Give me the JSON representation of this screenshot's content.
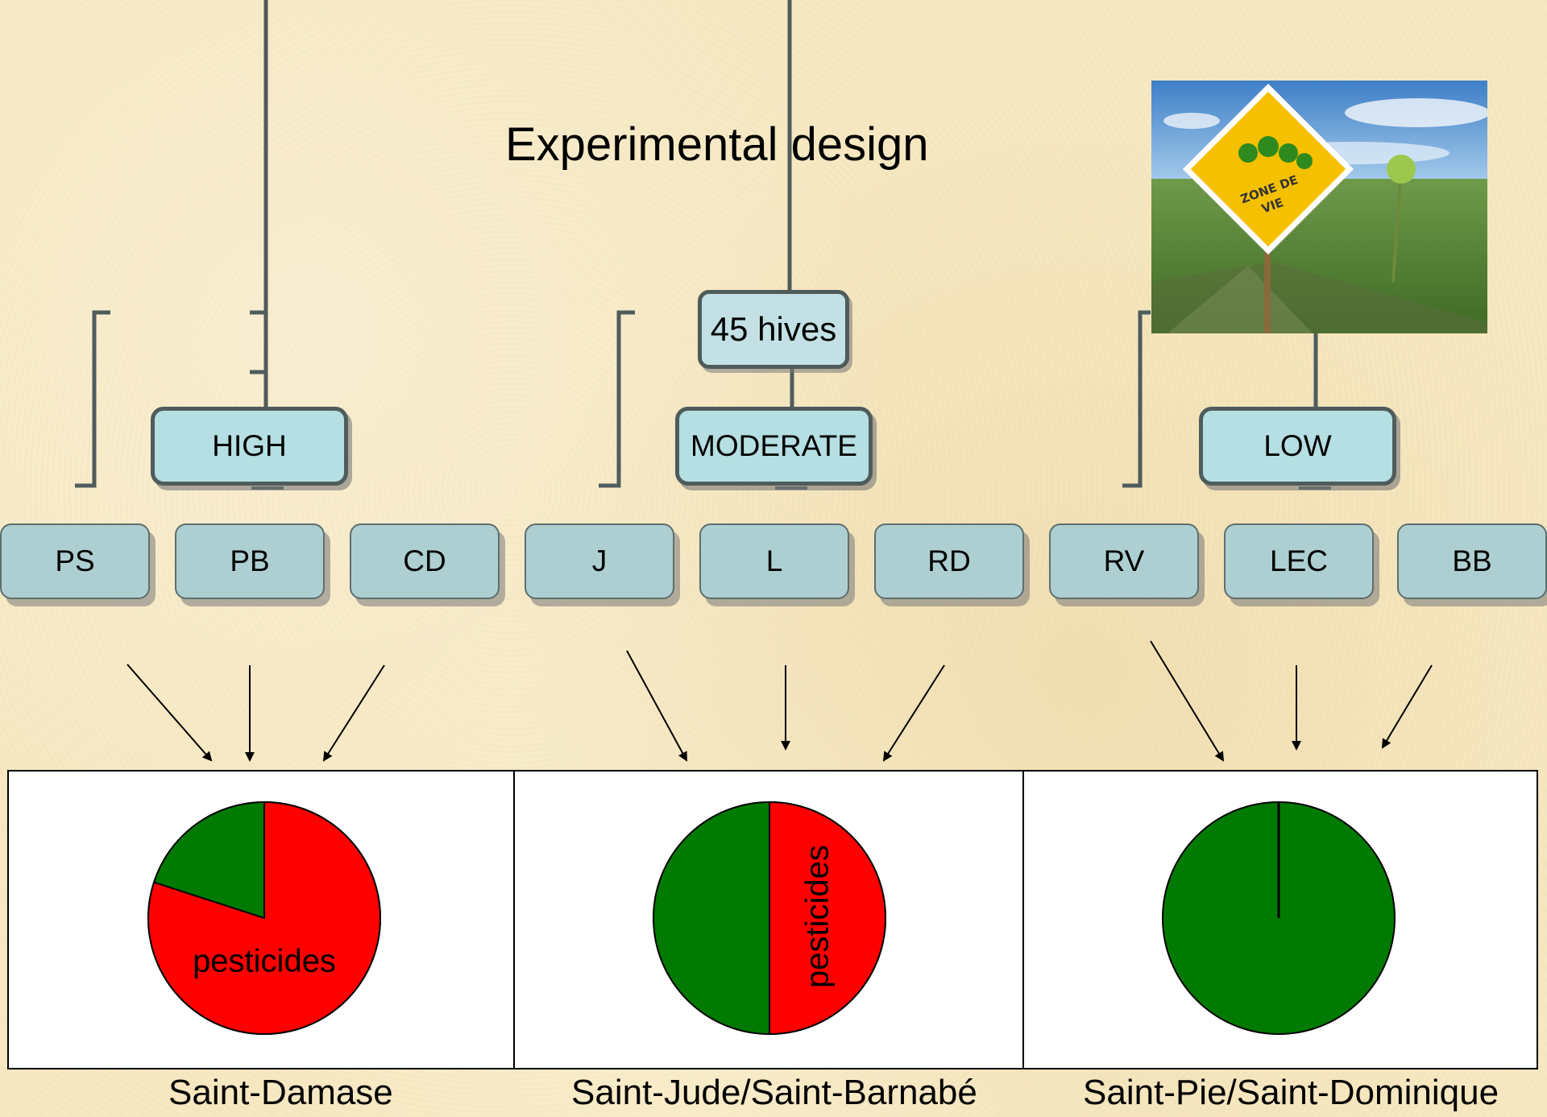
{
  "title": "Experimental design",
  "hives_label": "45 hives",
  "levels": [
    {
      "label": "HIGH"
    },
    {
      "label": "MODERATE"
    },
    {
      "label": "LOW"
    }
  ],
  "sites": [
    "PS",
    "PB",
    "CD",
    "J",
    "L",
    "RD",
    "RV",
    "LEC",
    "BB"
  ],
  "photo": {
    "sign_text_line1": "ZONE DE",
    "sign_text_line2": "VIE"
  },
  "regions": [
    {
      "location": "Saint-Damase",
      "pesticide_fraction": 0.8,
      "pie_label": "pesticides"
    },
    {
      "location": "Saint-Jude/Saint-Barnabé",
      "pesticide_fraction": 0.5,
      "pie_label": "pesticides"
    },
    {
      "location": "Saint-Pie/Saint-Dominique",
      "pesticide_fraction": 0.0,
      "pie_label": ""
    }
  ],
  "colors": {
    "pesticide": "#ff0000",
    "other": "#007a00",
    "connector": "#4f5c5c",
    "level_fill": "#b5dfe2",
    "site_fill": "#adcfd2"
  }
}
